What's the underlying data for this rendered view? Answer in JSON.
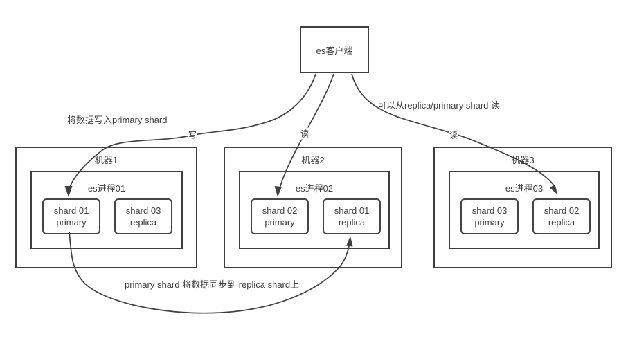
{
  "diagram": {
    "client": {
      "label": "es客户端"
    },
    "annotations": {
      "write_note": "将数据写入primary shard",
      "read_note": "可以从replica/primary shard 读",
      "sync_note": "primary shard 将数据同步到 replica shard上",
      "write_edge_label": "写",
      "read_edge_label_machine2": "读",
      "read_edge_label_machine3": "读"
    },
    "machines": [
      {
        "label": "机器1",
        "process": "es进程01",
        "shards": [
          {
            "line1": "shard 01",
            "line2": "primary"
          },
          {
            "line1": "shard 03",
            "line2": "replica"
          }
        ]
      },
      {
        "label": "机器2",
        "process": "es进程02",
        "shards": [
          {
            "line1": "shard 02",
            "line2": "primary"
          },
          {
            "line1": "shard 01",
            "line2": "replica"
          }
        ]
      },
      {
        "label": "机器3",
        "process": "es进程03",
        "shards": [
          {
            "line1": "shard 03",
            "line2": "primary"
          },
          {
            "line1": "shard 02",
            "line2": "replica"
          }
        ]
      }
    ],
    "colors": {
      "line": "#3f3f3f",
      "text": "#3d3d3d",
      "background": "#ffffff"
    }
  }
}
